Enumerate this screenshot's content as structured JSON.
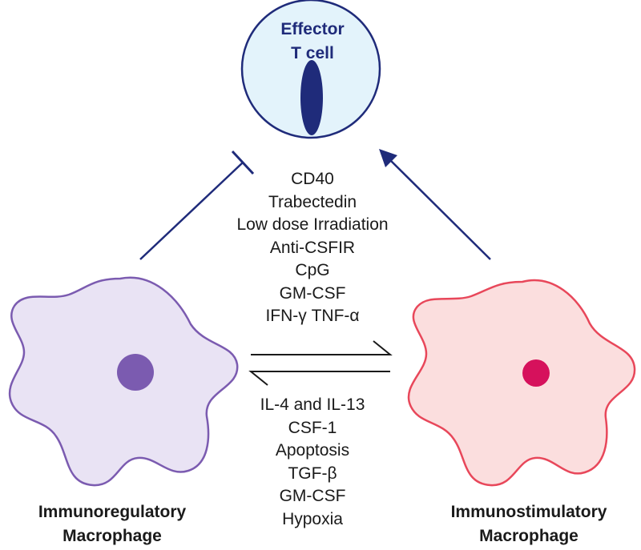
{
  "effector": {
    "line1": "Effector",
    "line2": "T cell"
  },
  "to_stimulatory": [
    "CD40",
    "Trabectedin",
    "Low dose Irradiation",
    "Anti-CSFIR",
    "CpG",
    "GM-CSF",
    "IFN-γ TNF-α"
  ],
  "to_regulatory": [
    "IL-4 and IL-13",
    "CSF-1",
    "Apoptosis",
    "TGF-β",
    "GM-CSF",
    "Hypoxia"
  ],
  "immunoregulatory": {
    "line1": "Immunoregulatory",
    "line2": "Macrophage"
  },
  "immunostimulatory": {
    "line1": "Immunostimulatory",
    "line2": "Macrophage"
  },
  "colors": {
    "tcell_fill": "#e3f3fb",
    "tcell_stroke": "#1f2b7a",
    "nucleus_tcell": "#1f2b7a",
    "arrow": "#1f2b7a",
    "reg_fill": "#e9e3f4",
    "reg_stroke": "#7b5bb0",
    "reg_nucleus": "#7b5bb0",
    "stim_fill": "#fbdede",
    "stim_stroke": "#e8475a",
    "stim_nucleus": "#d6115c"
  }
}
